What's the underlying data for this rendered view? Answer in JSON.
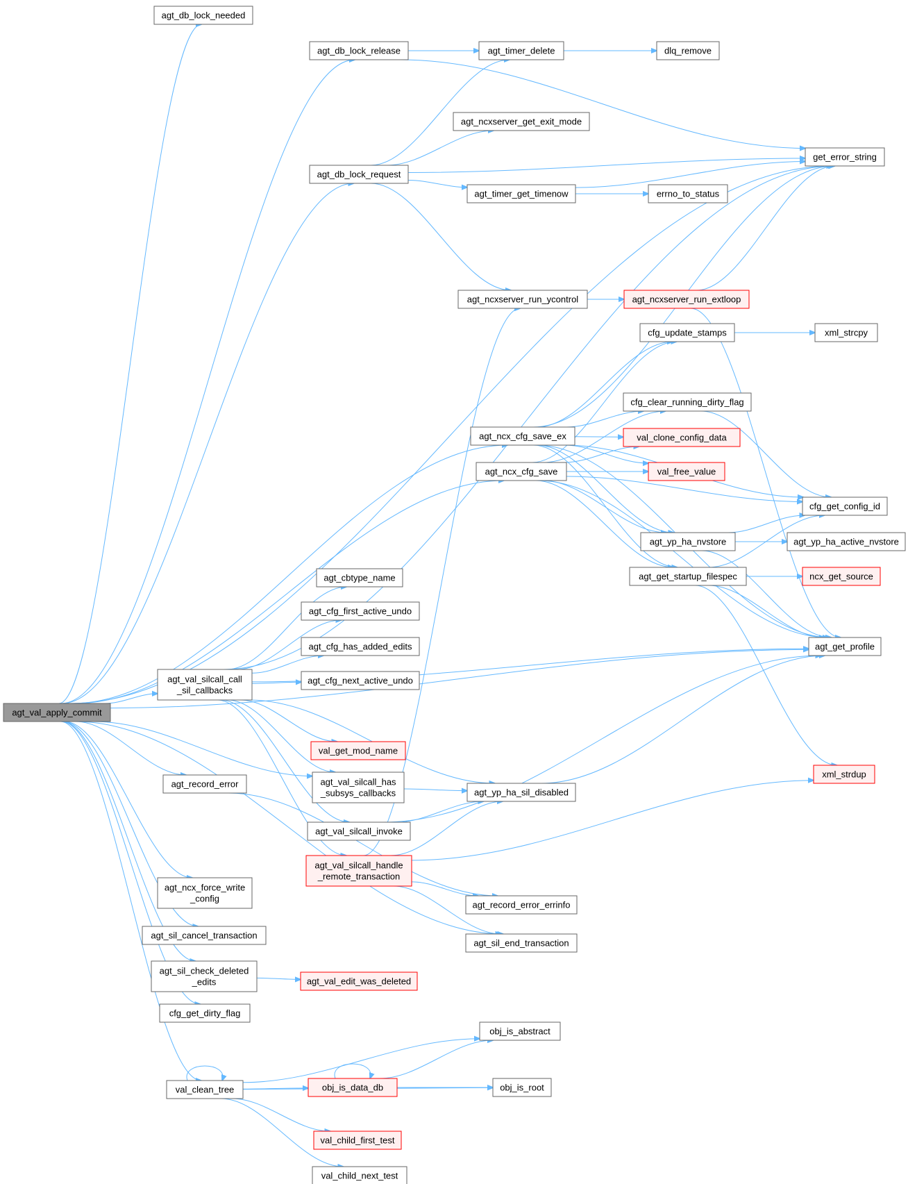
{
  "colors": {
    "edge": "#63b8ff",
    "node_border": "#666666",
    "root_fill": "#999999",
    "red_border": "#ff0000",
    "red_fill": "#fff0f0"
  },
  "nodes": [
    {
      "id": "agt_val_apply_commit",
      "lines": [
        "agt_val_apply_commit"
      ],
      "style": "root"
    },
    {
      "id": "agt_db_lock_needed",
      "lines": [
        "agt_db_lock_needed"
      ],
      "style": "normal"
    },
    {
      "id": "agt_db_lock_release",
      "lines": [
        "agt_db_lock_release"
      ],
      "style": "normal"
    },
    {
      "id": "agt_timer_delete",
      "lines": [
        "agt_timer_delete"
      ],
      "style": "normal"
    },
    {
      "id": "dlq_remove",
      "lines": [
        "dlq_remove"
      ],
      "style": "normal"
    },
    {
      "id": "agt_ncxserver_get_exit_mode",
      "lines": [
        "agt_ncxserver_get_exit_mode"
      ],
      "style": "normal"
    },
    {
      "id": "agt_db_lock_request",
      "lines": [
        "agt_db_lock_request"
      ],
      "style": "normal"
    },
    {
      "id": "get_error_string",
      "lines": [
        "get_error_string"
      ],
      "style": "normal"
    },
    {
      "id": "agt_timer_get_timenow",
      "lines": [
        "agt_timer_get_timenow"
      ],
      "style": "normal"
    },
    {
      "id": "errno_to_status",
      "lines": [
        "errno_to_status"
      ],
      "style": "normal"
    },
    {
      "id": "agt_ncxserver_run_ycontrol",
      "lines": [
        "agt_ncxserver_run_ycontrol"
      ],
      "style": "normal"
    },
    {
      "id": "agt_ncxserver_run_extloop",
      "lines": [
        "agt_ncxserver_run_extloop"
      ],
      "style": "red"
    },
    {
      "id": "cfg_update_stamps",
      "lines": [
        "cfg_update_stamps"
      ],
      "style": "normal"
    },
    {
      "id": "xml_strcpy",
      "lines": [
        "xml_strcpy"
      ],
      "style": "normal"
    },
    {
      "id": "cfg_clear_running_dirty_flag",
      "lines": [
        "cfg_clear_running_dirty_flag"
      ],
      "style": "normal"
    },
    {
      "id": "agt_ncx_cfg_save_ex",
      "lines": [
        "agt_ncx_cfg_save_ex"
      ],
      "style": "normal"
    },
    {
      "id": "val_clone_config_data",
      "lines": [
        "val_clone_config_data"
      ],
      "style": "red"
    },
    {
      "id": "agt_ncx_cfg_save",
      "lines": [
        "agt_ncx_cfg_save"
      ],
      "style": "normal"
    },
    {
      "id": "val_free_value",
      "lines": [
        "val_free_value"
      ],
      "style": "red"
    },
    {
      "id": "cfg_get_config_id",
      "lines": [
        "cfg_get_config_id"
      ],
      "style": "normal"
    },
    {
      "id": "agt_yp_ha_nvstore",
      "lines": [
        "agt_yp_ha_nvstore"
      ],
      "style": "normal"
    },
    {
      "id": "agt_yp_ha_active_nvstore",
      "lines": [
        "agt_yp_ha_active_nvstore"
      ],
      "style": "normal"
    },
    {
      "id": "agt_get_startup_filespec",
      "lines": [
        "agt_get_startup_filespec"
      ],
      "style": "normal"
    },
    {
      "id": "ncx_get_source",
      "lines": [
        "ncx_get_source"
      ],
      "style": "red"
    },
    {
      "id": "agt_cbtype_name",
      "lines": [
        "agt_cbtype_name"
      ],
      "style": "normal"
    },
    {
      "id": "agt_cfg_first_active_undo",
      "lines": [
        "agt_cfg_first_active_undo"
      ],
      "style": "normal"
    },
    {
      "id": "agt_cfg_has_added_edits",
      "lines": [
        "agt_cfg_has_added_edits"
      ],
      "style": "normal"
    },
    {
      "id": "agt_get_profile",
      "lines": [
        "agt_get_profile"
      ],
      "style": "normal"
    },
    {
      "id": "agt_val_silcall_call_sil_callbacks",
      "lines": [
        "agt_val_silcall_call",
        "_sil_callbacks"
      ],
      "style": "normal"
    },
    {
      "id": "agt_cfg_next_active_undo",
      "lines": [
        "agt_cfg_next_active_undo"
      ],
      "style": "normal"
    },
    {
      "id": "val_get_mod_name",
      "lines": [
        "val_get_mod_name"
      ],
      "style": "red"
    },
    {
      "id": "xml_strdup",
      "lines": [
        "xml_strdup"
      ],
      "style": "red"
    },
    {
      "id": "agt_record_error",
      "lines": [
        "agt_record_error"
      ],
      "style": "normal"
    },
    {
      "id": "agt_val_silcall_has_subsys_callbacks",
      "lines": [
        "agt_val_silcall_has",
        "_subsys_callbacks"
      ],
      "style": "normal"
    },
    {
      "id": "agt_yp_ha_sil_disabled",
      "lines": [
        "agt_yp_ha_sil_disabled"
      ],
      "style": "normal"
    },
    {
      "id": "agt_val_silcall_invoke",
      "lines": [
        "agt_val_silcall_invoke"
      ],
      "style": "normal"
    },
    {
      "id": "agt_val_silcall_handle_remote_transaction",
      "lines": [
        "agt_val_silcall_handle",
        "_remote_transaction"
      ],
      "style": "red"
    },
    {
      "id": "agt_ncx_force_write_config",
      "lines": [
        "agt_ncx_force_write",
        "_config"
      ],
      "style": "normal"
    },
    {
      "id": "agt_record_error_errinfo",
      "lines": [
        "agt_record_error_errinfo"
      ],
      "style": "normal"
    },
    {
      "id": "agt_sil_cancel_transaction",
      "lines": [
        "agt_sil_cancel_transaction"
      ],
      "style": "normal"
    },
    {
      "id": "agt_sil_end_transaction",
      "lines": [
        "agt_sil_end_transaction"
      ],
      "style": "normal"
    },
    {
      "id": "agt_sil_check_deleted_edits",
      "lines": [
        "agt_sil_check_deleted",
        "_edits"
      ],
      "style": "normal"
    },
    {
      "id": "agt_val_edit_was_deleted",
      "lines": [
        "agt_val_edit_was_deleted"
      ],
      "style": "red"
    },
    {
      "id": "cfg_get_dirty_flag",
      "lines": [
        "cfg_get_dirty_flag"
      ],
      "style": "normal"
    },
    {
      "id": "obj_is_abstract",
      "lines": [
        "obj_is_abstract"
      ],
      "style": "normal"
    },
    {
      "id": "obj_is_data_db",
      "lines": [
        "obj_is_data_db"
      ],
      "style": "red"
    },
    {
      "id": "val_clean_tree",
      "lines": [
        "val_clean_tree"
      ],
      "style": "normal"
    },
    {
      "id": "obj_is_root",
      "lines": [
        "obj_is_root"
      ],
      "style": "normal"
    },
    {
      "id": "val_child_first_test",
      "lines": [
        "val_child_first_test"
      ],
      "style": "red"
    },
    {
      "id": "val_child_next_test",
      "lines": [
        "val_child_next_test"
      ],
      "style": "normal"
    }
  ],
  "edges": [
    [
      "agt_val_apply_commit",
      "agt_db_lock_needed"
    ],
    [
      "agt_val_apply_commit",
      "agt_db_lock_release"
    ],
    [
      "agt_val_apply_commit",
      "get_error_string"
    ],
    [
      "agt_val_apply_commit",
      "agt_db_lock_request"
    ],
    [
      "agt_val_apply_commit",
      "agt_ncx_cfg_save_ex"
    ],
    [
      "agt_val_apply_commit",
      "agt_ncx_cfg_save"
    ],
    [
      "agt_val_apply_commit",
      "agt_get_profile"
    ],
    [
      "agt_val_apply_commit",
      "agt_val_silcall_call_sil_callbacks"
    ],
    [
      "agt_val_apply_commit",
      "agt_record_error"
    ],
    [
      "agt_val_apply_commit",
      "agt_val_silcall_has_subsys_callbacks"
    ],
    [
      "agt_val_apply_commit",
      "agt_ncx_force_write_config"
    ],
    [
      "agt_val_apply_commit",
      "agt_sil_cancel_transaction"
    ],
    [
      "agt_val_apply_commit",
      "agt_sil_end_transaction"
    ],
    [
      "agt_val_apply_commit",
      "agt_sil_check_deleted_edits"
    ],
    [
      "agt_val_apply_commit",
      "cfg_get_dirty_flag"
    ],
    [
      "agt_val_apply_commit",
      "val_clean_tree"
    ],
    [
      "agt_db_lock_release",
      "agt_timer_delete"
    ],
    [
      "agt_db_lock_release",
      "get_error_string"
    ],
    [
      "agt_timer_delete",
      "dlq_remove"
    ],
    [
      "agt_db_lock_request",
      "agt_timer_delete"
    ],
    [
      "agt_db_lock_request",
      "agt_ncxserver_get_exit_mode"
    ],
    [
      "agt_db_lock_request",
      "get_error_string"
    ],
    [
      "agt_db_lock_request",
      "agt_timer_get_timenow"
    ],
    [
      "agt_db_lock_request",
      "agt_ncxserver_run_ycontrol"
    ],
    [
      "agt_timer_get_timenow",
      "get_error_string"
    ],
    [
      "agt_timer_get_timenow",
      "errno_to_status"
    ],
    [
      "agt_ncxserver_run_ycontrol",
      "agt_ncxserver_run_extloop"
    ],
    [
      "agt_ncxserver_run_extloop",
      "get_error_string"
    ],
    [
      "agt_ncxserver_run_extloop",
      "agt_get_profile"
    ],
    [
      "cfg_update_stamps",
      "xml_strcpy"
    ],
    [
      "cfg_clear_running_dirty_flag",
      "cfg_get_config_id"
    ],
    [
      "agt_ncx_cfg_save_ex",
      "get_error_string"
    ],
    [
      "agt_ncx_cfg_save_ex",
      "cfg_update_stamps"
    ],
    [
      "agt_ncx_cfg_save_ex",
      "cfg_clear_running_dirty_flag"
    ],
    [
      "agt_ncx_cfg_save_ex",
      "val_clone_config_data"
    ],
    [
      "agt_ncx_cfg_save_ex",
      "val_free_value"
    ],
    [
      "agt_ncx_cfg_save_ex",
      "cfg_get_config_id"
    ],
    [
      "agt_ncx_cfg_save_ex",
      "agt_yp_ha_nvstore"
    ],
    [
      "agt_ncx_cfg_save_ex",
      "agt_get_startup_filespec"
    ],
    [
      "agt_ncx_cfg_save_ex",
      "agt_get_profile"
    ],
    [
      "agt_ncx_cfg_save",
      "cfg_update_stamps"
    ],
    [
      "agt_ncx_cfg_save",
      "cfg_clear_running_dirty_flag"
    ],
    [
      "agt_ncx_cfg_save",
      "val_clone_config_data"
    ],
    [
      "agt_ncx_cfg_save",
      "val_free_value"
    ],
    [
      "agt_ncx_cfg_save",
      "cfg_get_config_id"
    ],
    [
      "agt_ncx_cfg_save",
      "agt_yp_ha_nvstore"
    ],
    [
      "agt_ncx_cfg_save",
      "agt_get_startup_filespec"
    ],
    [
      "agt_ncx_cfg_save",
      "agt_get_profile"
    ],
    [
      "agt_yp_ha_nvstore",
      "cfg_get_config_id"
    ],
    [
      "agt_yp_ha_nvstore",
      "agt_yp_ha_active_nvstore"
    ],
    [
      "agt_yp_ha_nvstore",
      "agt_get_profile"
    ],
    [
      "agt_get_startup_filespec",
      "cfg_get_config_id"
    ],
    [
      "agt_get_startup_filespec",
      "ncx_get_source"
    ],
    [
      "agt_get_startup_filespec",
      "agt_get_profile"
    ],
    [
      "agt_get_startup_filespec",
      "xml_strdup"
    ],
    [
      "agt_val_silcall_call_sil_callbacks",
      "get_error_string"
    ],
    [
      "agt_val_silcall_call_sil_callbacks",
      "agt_cbtype_name"
    ],
    [
      "agt_val_silcall_call_sil_callbacks",
      "agt_cfg_first_active_undo"
    ],
    [
      "agt_val_silcall_call_sil_callbacks",
      "agt_cfg_has_added_edits"
    ],
    [
      "agt_val_silcall_call_sil_callbacks",
      "agt_cfg_next_active_undo"
    ],
    [
      "agt_val_silcall_call_sil_callbacks",
      "agt_get_profile"
    ],
    [
      "agt_val_silcall_call_sil_callbacks",
      "val_get_mod_name"
    ],
    [
      "agt_val_silcall_call_sil_callbacks",
      "agt_val_silcall_has_subsys_callbacks"
    ],
    [
      "agt_val_silcall_call_sil_callbacks",
      "agt_yp_ha_sil_disabled"
    ],
    [
      "agt_val_silcall_call_sil_callbacks",
      "agt_val_silcall_invoke"
    ],
    [
      "agt_val_silcall_call_sil_callbacks",
      "agt_val_silcall_handle_remote_transaction"
    ],
    [
      "agt_record_error",
      "agt_record_error_errinfo"
    ],
    [
      "agt_val_silcall_has_subsys_callbacks",
      "agt_yp_ha_sil_disabled"
    ],
    [
      "agt_yp_ha_sil_disabled",
      "agt_get_profile"
    ],
    [
      "agt_val_silcall_invoke",
      "agt_yp_ha_sil_disabled"
    ],
    [
      "agt_val_silcall_invoke",
      "agt_get_profile"
    ],
    [
      "agt_val_silcall_handle_remote_transaction",
      "agt_ncxserver_run_ycontrol"
    ],
    [
      "agt_val_silcall_handle_remote_transaction",
      "agt_yp_ha_sil_disabled"
    ],
    [
      "agt_val_silcall_handle_remote_transaction",
      "xml_strdup"
    ],
    [
      "agt_val_silcall_handle_remote_transaction",
      "agt_record_error_errinfo"
    ],
    [
      "agt_val_silcall_handle_remote_transaction",
      "agt_sil_end_transaction"
    ],
    [
      "agt_sil_check_deleted_edits",
      "agt_val_edit_was_deleted"
    ],
    [
      "val_clean_tree",
      "val_clean_tree"
    ],
    [
      "val_clean_tree",
      "obj_is_abstract"
    ],
    [
      "val_clean_tree",
      "obj_is_data_db"
    ],
    [
      "val_clean_tree",
      "obj_is_root"
    ],
    [
      "val_clean_tree",
      "val_child_first_test"
    ],
    [
      "val_clean_tree",
      "val_child_next_test"
    ],
    [
      "obj_is_data_db",
      "obj_is_data_db"
    ],
    [
      "obj_is_data_db",
      "obj_is_abstract"
    ],
    [
      "obj_is_data_db",
      "obj_is_root"
    ]
  ]
}
